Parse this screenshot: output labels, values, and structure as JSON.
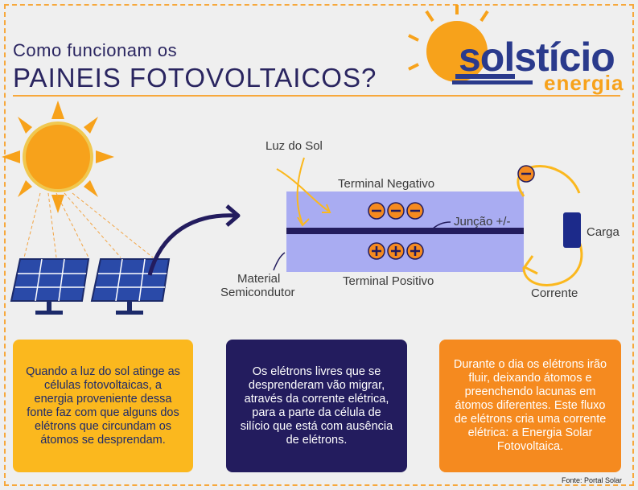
{
  "header": {
    "title_small": "Como funcionam os",
    "title_big": "PAINEIS FOTOVOLTAICOS?"
  },
  "logo": {
    "name": "solstício",
    "tagline": "energia"
  },
  "diagram": {
    "sunlight_label": "Luz do Sol",
    "negative_terminal": "Terminal Negativo",
    "junction": "Junção +/-",
    "positive_terminal": "Terminal Positivo",
    "material_line1": "Material",
    "material_line2": "Semicondutor",
    "load": "Carga",
    "current": "Corrente"
  },
  "steps": [
    {
      "text": "Quando a luz do sol atinge as células fotovoltaicas, a energia proveniente dessa fonte faz com que alguns dos elétrons que circundam os átomos se desprendam."
    },
    {
      "text": "Os elétrons livres que se desprenderam vão migrar, através da corrente elétrica, para a parte da célula de silício que está com ausência de elétrons."
    },
    {
      "text": "Durante o dia os elétrons irão fluir, deixando átomos e preenchendo lacunas em átomos diferentes. Este fluxo de elétrons cria uma corrente elétrica: a Energia Solar Fotovoltaica."
    }
  ],
  "source": "Fonte: Portal Solar",
  "colors": {
    "navy": "#231c5e",
    "orange": "#f58a1f",
    "yellow": "#fbb81e",
    "cell": "#a9acf2"
  }
}
